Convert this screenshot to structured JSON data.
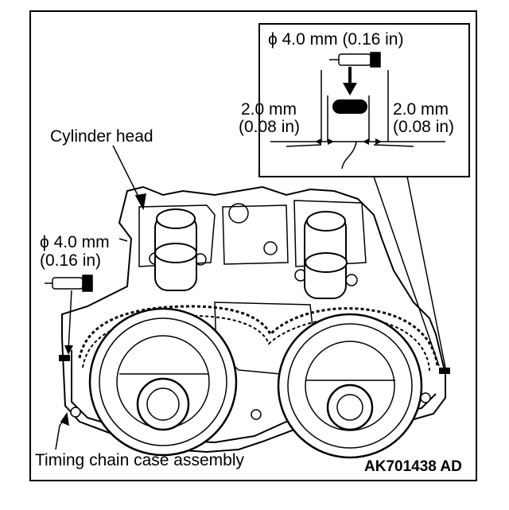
{
  "labels": {
    "inset_diameter": "ϕ 4.0 mm (0.16 in)",
    "left_gap_line1": "2.0 mm",
    "left_gap_line2": "(0.08 in)",
    "right_gap_line1": "2.0 mm",
    "right_gap_line2": "(0.08 in)",
    "cylinder_head": "Cylinder head",
    "left_diameter_line1": "ϕ 4.0 mm",
    "left_diameter_line2": "(0.16 in)",
    "timing_chain_case": "Timing chain case assembly",
    "figure_code": "AK701438 AD"
  },
  "colors": {
    "ink": "#000000",
    "paper": "#ffffff"
  }
}
